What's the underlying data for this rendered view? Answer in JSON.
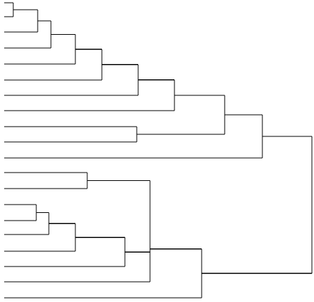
{
  "diagram": {
    "type": "dendrogram",
    "orientation": "leaves-left",
    "line_color": "#000000",
    "background_color": "#ffffff",
    "leaf_count": 20,
    "merge_count": 19
  }
}
